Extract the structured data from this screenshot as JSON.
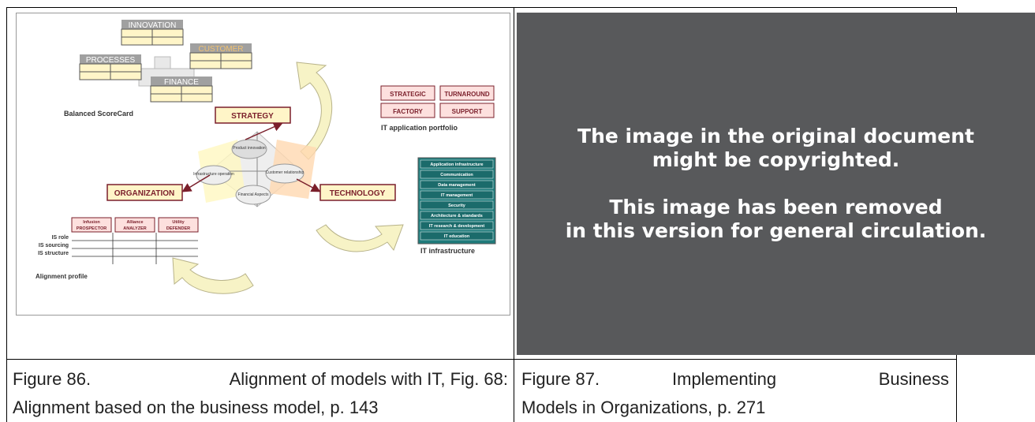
{
  "figure86": {
    "caption_line1_left": "Figure 86.",
    "caption_line1_right": "Alignment of models with IT, Fig. 68:",
    "caption_line2": "Alignment based on the business model, p. 143",
    "diagram": {
      "bsc_perspectives": [
        "INNOVATION",
        "PROCESSES",
        "CUSTOMER",
        "FINANCE"
      ],
      "bsc_label": "Balanced ScoreCard",
      "strategy": "STRATEGY",
      "organization": "ORGANIZATION",
      "technology": "TECHNOLOGY",
      "portfolio_boxes": [
        "STRATEGIC",
        "TURNAROUND",
        "FACTORY",
        "SUPPORT"
      ],
      "portfolio_label": "IT application portfolio",
      "center_labels": [
        "Product innovation",
        "Infrastructure operation",
        "Customer relationship",
        "Financial Aspects"
      ],
      "infrastructure_items": [
        "Application infrastructure",
        "Communication",
        "Data management",
        "IT management",
        "Security",
        "Architecture & standards",
        "IT research & development",
        "IT education"
      ],
      "infrastructure_label": "IT infrastructure",
      "profile_headers": [
        [
          "Infusion",
          "PROSPECTOR"
        ],
        [
          "Alliance",
          "ANALYZER"
        ],
        [
          "Utility",
          "DEFENDER"
        ]
      ],
      "profile_rows": [
        "IS role",
        "IS sourcing",
        "IS structure"
      ],
      "profile_label": "Alignment profile"
    }
  },
  "figure87": {
    "caption_w1": "Figure 87.",
    "caption_w2": "Implementing",
    "caption_w3": "Business",
    "caption_line2": "Models in Organizations, p. 271",
    "notice_line1": "The image in the original document",
    "notice_line2": "might be copyrighted.",
    "notice_line3": "This image has been removed",
    "notice_line4": "in this version for general circulation."
  }
}
